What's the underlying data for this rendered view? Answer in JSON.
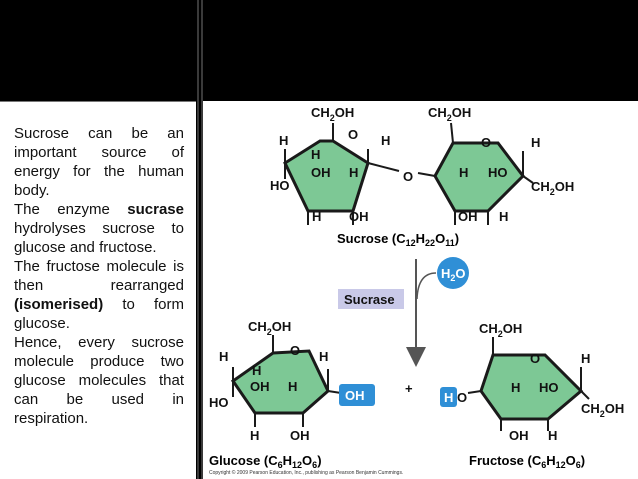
{
  "slide": {
    "text_paragraphs": [
      {
        "runs": [
          {
            "t": "Sucrose can be an important source of energy for the human body.",
            "b": false
          }
        ]
      },
      {
        "runs": [
          {
            "t": "The enzyme ",
            "b": false
          },
          {
            "t": "sucrase",
            "b": true
          },
          {
            "t": " hydrolyses sucrose to glucose and fructose.",
            "b": false
          }
        ]
      },
      {
        "runs": [
          {
            "t": "The fructose molecule is then rearranged ",
            "b": false
          },
          {
            "t": "(isomerised)",
            "b": true
          },
          {
            "t": " to form glucose.",
            "b": false
          }
        ]
      },
      {
        "runs": [
          {
            "t": "Hence, every sucrose molecule produce two glucose molecules that can be used in respiration.",
            "b": false
          }
        ]
      }
    ]
  },
  "figure": {
    "colors": {
      "ring_fill": "#7dc895",
      "water_blue": "#2f8fd6",
      "enzyme_box": "#c9c9e8"
    },
    "sucrose": {
      "glucose_ring": {
        "ch2oh": "CH2OH",
        "o": "O",
        "h_left": "H",
        "h_inner": "H",
        "oh_inner": "OH",
        "h_inner2": "H",
        "h_right": "H",
        "ho": "HO",
        "h_bottom": "H",
        "oh_bottom": "OH"
      },
      "bridge_o": "O",
      "fructose_ring": {
        "ch2oh_top": "CH2OH",
        "o": "O",
        "h_right": "H",
        "h_inner": "H",
        "ho_inner": "HO",
        "ch2oh_right": "CH2OH",
        "oh_bottom": "OH",
        "h_bottom": "H"
      },
      "caption": {
        "name": "Sucrose (C",
        "c": "12",
        "h": "H",
        "hs": "22",
        "o": "O",
        "os": "11",
        "close": ")"
      }
    },
    "water": {
      "h": "H",
      "two": "2",
      "o": "O"
    },
    "enzyme_label": "Sucrase",
    "plus": "+",
    "glucose": {
      "ch2oh": "CH2OH",
      "o": "O",
      "h_left": "H",
      "h_inner": "H",
      "oh_inner": "OH",
      "h_inner2": "H",
      "h_right": "H",
      "ho": "HO",
      "oh_blue": "OH",
      "h_bottom": "H",
      "oh_bottom": "OH",
      "caption": {
        "name": "Glucose (C",
        "c": "6",
        "h": "H",
        "hs": "12",
        "o": "O",
        "os": "6",
        "close": ")"
      }
    },
    "fructose": {
      "ch2oh_top": "CH2OH",
      "o": "O",
      "h_right": "H",
      "h_inner": "H",
      "ho_inner": "HO",
      "ch2oh_right": "CH2OH",
      "h_blue": "H",
      "o_left": "O",
      "oh_bottom": "OH",
      "h_bottom": "H",
      "caption": {
        "name": "Fructose (C",
        "c": "6",
        "h": "H",
        "hs": "12",
        "o": "O",
        "os": "6",
        "close": ")"
      }
    },
    "copyright": "Copyright © 2009 Pearson Education, Inc., publishing as Pearson Benjamin Cummings."
  }
}
